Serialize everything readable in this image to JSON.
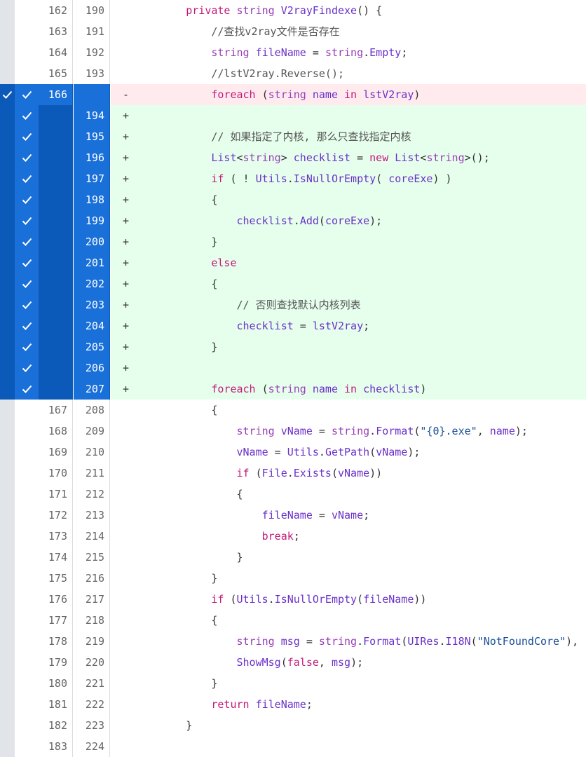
{
  "colors": {
    "keyword": "#c41a7a",
    "type": "#9a3fb8",
    "identifier": "#6a32c9",
    "plain": "#333333",
    "string": "#1a4f99",
    "comment": "#555555",
    "deleted_bg": "#ffebee",
    "added_bg": "#e6ffec",
    "selection_blue": "#1a70d9"
  },
  "lines": [
    {
      "old": "162",
      "new": "190",
      "sign": "",
      "kind": "ctx",
      "sel": false,
      "indent": "",
      "tokens": [
        [
          "k",
          "private"
        ],
        [
          "p",
          " "
        ],
        [
          "t",
          "string"
        ],
        [
          "p",
          " "
        ],
        [
          "i",
          "V2rayFindexe"
        ],
        [
          "p",
          "() {"
        ]
      ]
    },
    {
      "old": "163",
      "new": "191",
      "sign": "",
      "kind": "ctx",
      "sel": false,
      "indent": "    ",
      "tokens": [
        [
          "c",
          "//查找v2ray文件是否存在"
        ]
      ]
    },
    {
      "old": "164",
      "new": "192",
      "sign": "",
      "kind": "ctx",
      "sel": false,
      "indent": "    ",
      "tokens": [
        [
          "t",
          "string"
        ],
        [
          "p",
          " "
        ],
        [
          "i",
          "fileName"
        ],
        [
          "p",
          " = "
        ],
        [
          "t",
          "string"
        ],
        [
          "p",
          "."
        ],
        [
          "i",
          "Empty"
        ],
        [
          "p",
          ";"
        ]
      ]
    },
    {
      "old": "165",
      "new": "193",
      "sign": "",
      "kind": "ctx",
      "sel": false,
      "indent": "    ",
      "tokens": [
        [
          "c",
          "//lstV2ray.Reverse();"
        ]
      ]
    },
    {
      "old": "166",
      "new": "",
      "sign": "-",
      "kind": "del",
      "sel": true,
      "indent": "    ",
      "tokens": [
        [
          "k",
          "foreach"
        ],
        [
          "p",
          " ("
        ],
        [
          "t",
          "string"
        ],
        [
          "p",
          " "
        ],
        [
          "i",
          "name"
        ],
        [
          "p",
          " "
        ],
        [
          "k",
          "in"
        ],
        [
          "p",
          " "
        ],
        [
          "i",
          "lstV2ray"
        ],
        [
          "p",
          ")"
        ]
      ]
    },
    {
      "old": "",
      "new": "194",
      "sign": "+",
      "kind": "add",
      "sel": true,
      "indent": "",
      "tokens": []
    },
    {
      "old": "",
      "new": "195",
      "sign": "+",
      "kind": "add",
      "sel": true,
      "indent": "    ",
      "tokens": [
        [
          "c",
          "// 如果指定了内核, 那么只查找指定内核"
        ]
      ]
    },
    {
      "old": "",
      "new": "196",
      "sign": "+",
      "kind": "add",
      "sel": true,
      "indent": "    ",
      "tokens": [
        [
          "i",
          "List"
        ],
        [
          "p",
          "<"
        ],
        [
          "t",
          "string"
        ],
        [
          "p",
          "> "
        ],
        [
          "i",
          "checklist"
        ],
        [
          "p",
          " = "
        ],
        [
          "k",
          "new"
        ],
        [
          "p",
          " "
        ],
        [
          "i",
          "List"
        ],
        [
          "p",
          "<"
        ],
        [
          "t",
          "string"
        ],
        [
          "p",
          ">();"
        ]
      ]
    },
    {
      "old": "",
      "new": "197",
      "sign": "+",
      "kind": "add",
      "sel": true,
      "indent": "    ",
      "tokens": [
        [
          "k",
          "if"
        ],
        [
          "p",
          " ( ! "
        ],
        [
          "i",
          "Utils"
        ],
        [
          "p",
          "."
        ],
        [
          "i",
          "IsNullOrEmpty"
        ],
        [
          "p",
          "( "
        ],
        [
          "i",
          "coreExe"
        ],
        [
          "p",
          ") )"
        ]
      ]
    },
    {
      "old": "",
      "new": "198",
      "sign": "+",
      "kind": "add",
      "sel": true,
      "indent": "    ",
      "tokens": [
        [
          "p",
          "{"
        ]
      ]
    },
    {
      "old": "",
      "new": "199",
      "sign": "+",
      "kind": "add",
      "sel": true,
      "indent": "        ",
      "tokens": [
        [
          "i",
          "checklist"
        ],
        [
          "p",
          "."
        ],
        [
          "i",
          "Add"
        ],
        [
          "p",
          "("
        ],
        [
          "i",
          "coreExe"
        ],
        [
          "p",
          ");"
        ]
      ]
    },
    {
      "old": "",
      "new": "200",
      "sign": "+",
      "kind": "add",
      "sel": true,
      "indent": "    ",
      "tokens": [
        [
          "p",
          "}"
        ]
      ]
    },
    {
      "old": "",
      "new": "201",
      "sign": "+",
      "kind": "add",
      "sel": true,
      "indent": "    ",
      "tokens": [
        [
          "k",
          "else"
        ]
      ]
    },
    {
      "old": "",
      "new": "202",
      "sign": "+",
      "kind": "add",
      "sel": true,
      "indent": "    ",
      "tokens": [
        [
          "p",
          "{"
        ]
      ]
    },
    {
      "old": "",
      "new": "203",
      "sign": "+",
      "kind": "add",
      "sel": true,
      "indent": "        ",
      "tokens": [
        [
          "c",
          "// 否则查找默认内核列表"
        ]
      ]
    },
    {
      "old": "",
      "new": "204",
      "sign": "+",
      "kind": "add",
      "sel": true,
      "indent": "        ",
      "tokens": [
        [
          "i",
          "checklist"
        ],
        [
          "p",
          " = "
        ],
        [
          "i",
          "lstV2ray"
        ],
        [
          "p",
          ";"
        ]
      ]
    },
    {
      "old": "",
      "new": "205",
      "sign": "+",
      "kind": "add",
      "sel": true,
      "indent": "    ",
      "tokens": [
        [
          "p",
          "}"
        ]
      ]
    },
    {
      "old": "",
      "new": "206",
      "sign": "+",
      "kind": "add",
      "sel": true,
      "indent": "",
      "tokens": []
    },
    {
      "old": "",
      "new": "207",
      "sign": "+",
      "kind": "add",
      "sel": true,
      "indent": "    ",
      "tokens": [
        [
          "k",
          "foreach"
        ],
        [
          "p",
          " ("
        ],
        [
          "t",
          "string"
        ],
        [
          "p",
          " "
        ],
        [
          "i",
          "name"
        ],
        [
          "p",
          " "
        ],
        [
          "k",
          "in"
        ],
        [
          "p",
          " "
        ],
        [
          "i",
          "checklist"
        ],
        [
          "p",
          ")"
        ]
      ]
    },
    {
      "old": "167",
      "new": "208",
      "sign": "",
      "kind": "ctx",
      "sel": false,
      "indent": "    ",
      "tokens": [
        [
          "p",
          "{"
        ]
      ]
    },
    {
      "old": "168",
      "new": "209",
      "sign": "",
      "kind": "ctx",
      "sel": false,
      "indent": "        ",
      "tokens": [
        [
          "t",
          "string"
        ],
        [
          "p",
          " "
        ],
        [
          "i",
          "vName"
        ],
        [
          "p",
          " = "
        ],
        [
          "t",
          "string"
        ],
        [
          "p",
          "."
        ],
        [
          "i",
          "Format"
        ],
        [
          "p",
          "("
        ],
        [
          "s",
          "\"{0}.exe\""
        ],
        [
          "p",
          ", "
        ],
        [
          "i",
          "name"
        ],
        [
          "p",
          ");"
        ]
      ]
    },
    {
      "old": "169",
      "new": "210",
      "sign": "",
      "kind": "ctx",
      "sel": false,
      "indent": "        ",
      "tokens": [
        [
          "i",
          "vName"
        ],
        [
          "p",
          " = "
        ],
        [
          "i",
          "Utils"
        ],
        [
          "p",
          "."
        ],
        [
          "i",
          "GetPath"
        ],
        [
          "p",
          "("
        ],
        [
          "i",
          "vName"
        ],
        [
          "p",
          ");"
        ]
      ]
    },
    {
      "old": "170",
      "new": "211",
      "sign": "",
      "kind": "ctx",
      "sel": false,
      "indent": "        ",
      "tokens": [
        [
          "k",
          "if"
        ],
        [
          "p",
          " ("
        ],
        [
          "i",
          "File"
        ],
        [
          "p",
          "."
        ],
        [
          "i",
          "Exists"
        ],
        [
          "p",
          "("
        ],
        [
          "i",
          "vName"
        ],
        [
          "p",
          "))"
        ]
      ]
    },
    {
      "old": "171",
      "new": "212",
      "sign": "",
      "kind": "ctx",
      "sel": false,
      "indent": "        ",
      "tokens": [
        [
          "p",
          "{"
        ]
      ]
    },
    {
      "old": "172",
      "new": "213",
      "sign": "",
      "kind": "ctx",
      "sel": false,
      "indent": "            ",
      "tokens": [
        [
          "i",
          "fileName"
        ],
        [
          "p",
          " = "
        ],
        [
          "i",
          "vName"
        ],
        [
          "p",
          ";"
        ]
      ]
    },
    {
      "old": "173",
      "new": "214",
      "sign": "",
      "kind": "ctx",
      "sel": false,
      "indent": "            ",
      "tokens": [
        [
          "k",
          "break"
        ],
        [
          "p",
          ";"
        ]
      ]
    },
    {
      "old": "174",
      "new": "215",
      "sign": "",
      "kind": "ctx",
      "sel": false,
      "indent": "        ",
      "tokens": [
        [
          "p",
          "}"
        ]
      ]
    },
    {
      "old": "175",
      "new": "216",
      "sign": "",
      "kind": "ctx",
      "sel": false,
      "indent": "    ",
      "tokens": [
        [
          "p",
          "}"
        ]
      ]
    },
    {
      "old": "176",
      "new": "217",
      "sign": "",
      "kind": "ctx",
      "sel": false,
      "indent": "    ",
      "tokens": [
        [
          "k",
          "if"
        ],
        [
          "p",
          " ("
        ],
        [
          "i",
          "Utils"
        ],
        [
          "p",
          "."
        ],
        [
          "i",
          "IsNullOrEmpty"
        ],
        [
          "p",
          "("
        ],
        [
          "i",
          "fileName"
        ],
        [
          "p",
          "))"
        ]
      ]
    },
    {
      "old": "177",
      "new": "218",
      "sign": "",
      "kind": "ctx",
      "sel": false,
      "indent": "    ",
      "tokens": [
        [
          "p",
          "{"
        ]
      ]
    },
    {
      "old": "178",
      "new": "219",
      "sign": "",
      "kind": "ctx",
      "sel": false,
      "indent": "        ",
      "tokens": [
        [
          "t",
          "string"
        ],
        [
          "p",
          " "
        ],
        [
          "i",
          "msg"
        ],
        [
          "p",
          " = "
        ],
        [
          "t",
          "string"
        ],
        [
          "p",
          "."
        ],
        [
          "i",
          "Format"
        ],
        [
          "p",
          "("
        ],
        [
          "i",
          "UIRes"
        ],
        [
          "p",
          "."
        ],
        [
          "i",
          "I18N"
        ],
        [
          "p",
          "("
        ],
        [
          "s",
          "\"NotFoundCore\""
        ],
        [
          "p",
          "),"
        ]
      ]
    },
    {
      "old": "179",
      "new": "220",
      "sign": "",
      "kind": "ctx",
      "sel": false,
      "indent": "        ",
      "tokens": [
        [
          "i",
          "ShowMsg"
        ],
        [
          "p",
          "("
        ],
        [
          "k",
          "false"
        ],
        [
          "p",
          ", "
        ],
        [
          "i",
          "msg"
        ],
        [
          "p",
          ");"
        ]
      ]
    },
    {
      "old": "180",
      "new": "221",
      "sign": "",
      "kind": "ctx",
      "sel": false,
      "indent": "    ",
      "tokens": [
        [
          "p",
          "}"
        ]
      ]
    },
    {
      "old": "181",
      "new": "222",
      "sign": "",
      "kind": "ctx",
      "sel": false,
      "indent": "    ",
      "tokens": [
        [
          "k",
          "return"
        ],
        [
          "p",
          " "
        ],
        [
          "i",
          "fileName"
        ],
        [
          "p",
          ";"
        ]
      ]
    },
    {
      "old": "182",
      "new": "223",
      "sign": "",
      "kind": "ctx",
      "sel": false,
      "indent": "",
      "tokens": [
        [
          "p",
          "}"
        ]
      ]
    },
    {
      "old": "183",
      "new": "224",
      "sign": "",
      "kind": "ctx",
      "sel": false,
      "indent": "",
      "tokens": []
    }
  ]
}
